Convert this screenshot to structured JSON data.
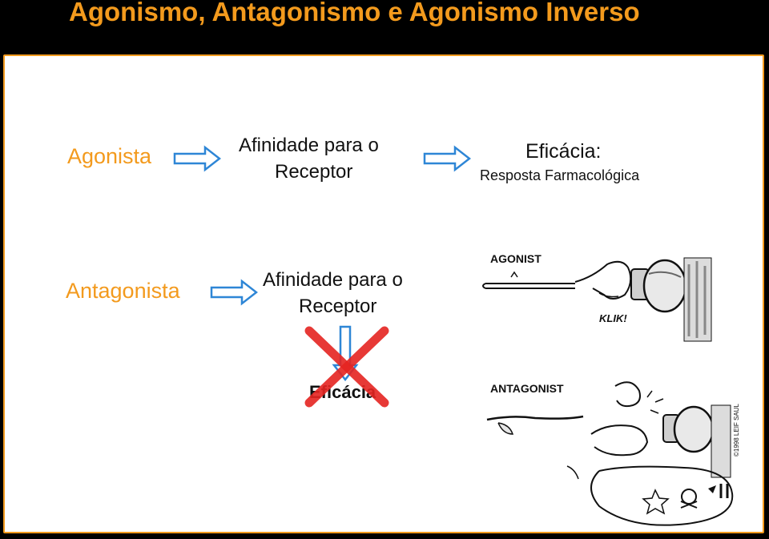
{
  "slide": {
    "title": "Agonismo, Antagonismo e Agonismo Inverso",
    "agonist_row": {
      "term": "Agonista",
      "step1_line1": "Afinidade para o",
      "step1_line2": "Receptor",
      "step2_line1": "Eficácia:",
      "step2_line2": "Resposta Farmacológica"
    },
    "antagonist_row": {
      "term": "Antagonista",
      "step1_line1": "Afinidade para o",
      "step1_line2": "Receptor",
      "blocked_result": "Eficácia"
    },
    "cartoon": {
      "agonist_caption": "AGONIST",
      "agonist_sound": "KLIK!",
      "antagonist_caption": "ANTAGONIST",
      "copyright": "©1998 LEIF SAUL"
    },
    "colors": {
      "accent": "#f39a1d",
      "arrow": "#2e86d6",
      "cross": "#e52421"
    }
  }
}
